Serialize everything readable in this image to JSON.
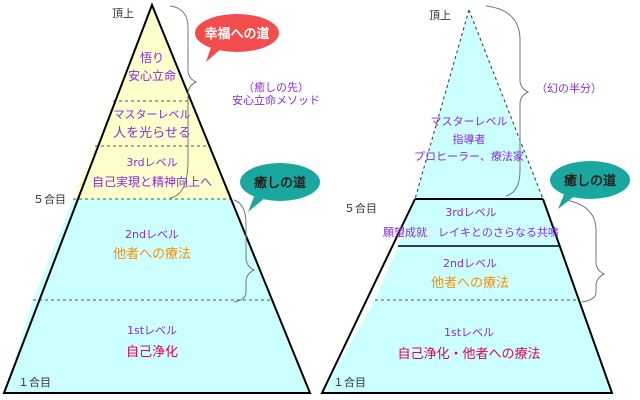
{
  "left": {
    "summit": "頂上",
    "station5": "５合目",
    "station1": "１合目",
    "bands": {
      "top_l1": "悟り",
      "top_l2": "安心立命",
      "master_l1": "マスターレベル",
      "master_l2": "人を光らせる",
      "third_l1": "3rdレベル",
      "third_l2": "自己実現と精神向上へ",
      "second_l1": "2ndレベル",
      "second_l2": "他者への療法",
      "first_l1": "1stレベル",
      "first_l2": "自己浄化"
    },
    "bubble_top": "幸福への道",
    "bubble_mid": "癒しの道",
    "note_l1": "（癒しの先）",
    "note_l2": "安心立命メソッド"
  },
  "right": {
    "summit": "頂上",
    "station5": "５合目",
    "station1": "１合目",
    "bands": {
      "master_l1": "マスターレベル",
      "master_l2": "指導者",
      "master_l3": "プロヒーラー、療法家",
      "third_l1": "3rdレベル",
      "third_l2": "願望成就　レイキとのさらなる共鳴",
      "second_l1": "2ndレベル",
      "second_l2": "他者への療法",
      "first_l1": "1stレベル",
      "first_l2": "自己浄化・他者への療法"
    },
    "bubble": "癒しの道",
    "note": "（幻の半分）"
  },
  "colors": {
    "yellow_band": "#ffffcc",
    "cyan_band": "#ccffff",
    "teal_bubble": "#1aa7a0",
    "red_bubble": "#f24c4c",
    "purple_text": "#8a2be2",
    "orange_text": "#ff8c00",
    "red_text": "#e6004c"
  }
}
